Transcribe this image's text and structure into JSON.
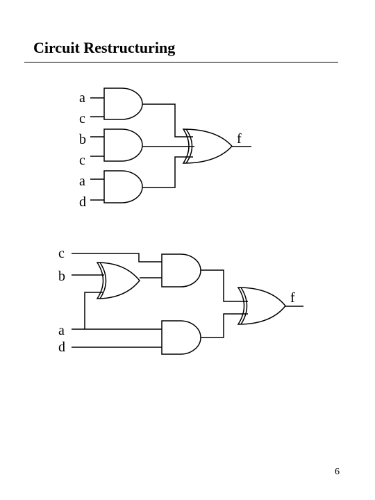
{
  "title": "Circuit Restructuring",
  "page_number": "6",
  "circuit_top": {
    "inputs": [
      "a",
      "c",
      "b",
      "c",
      "a",
      "d"
    ],
    "output": "f"
  },
  "circuit_bottom": {
    "inputs": [
      "c",
      "b",
      "a",
      "d"
    ],
    "output": "f"
  }
}
